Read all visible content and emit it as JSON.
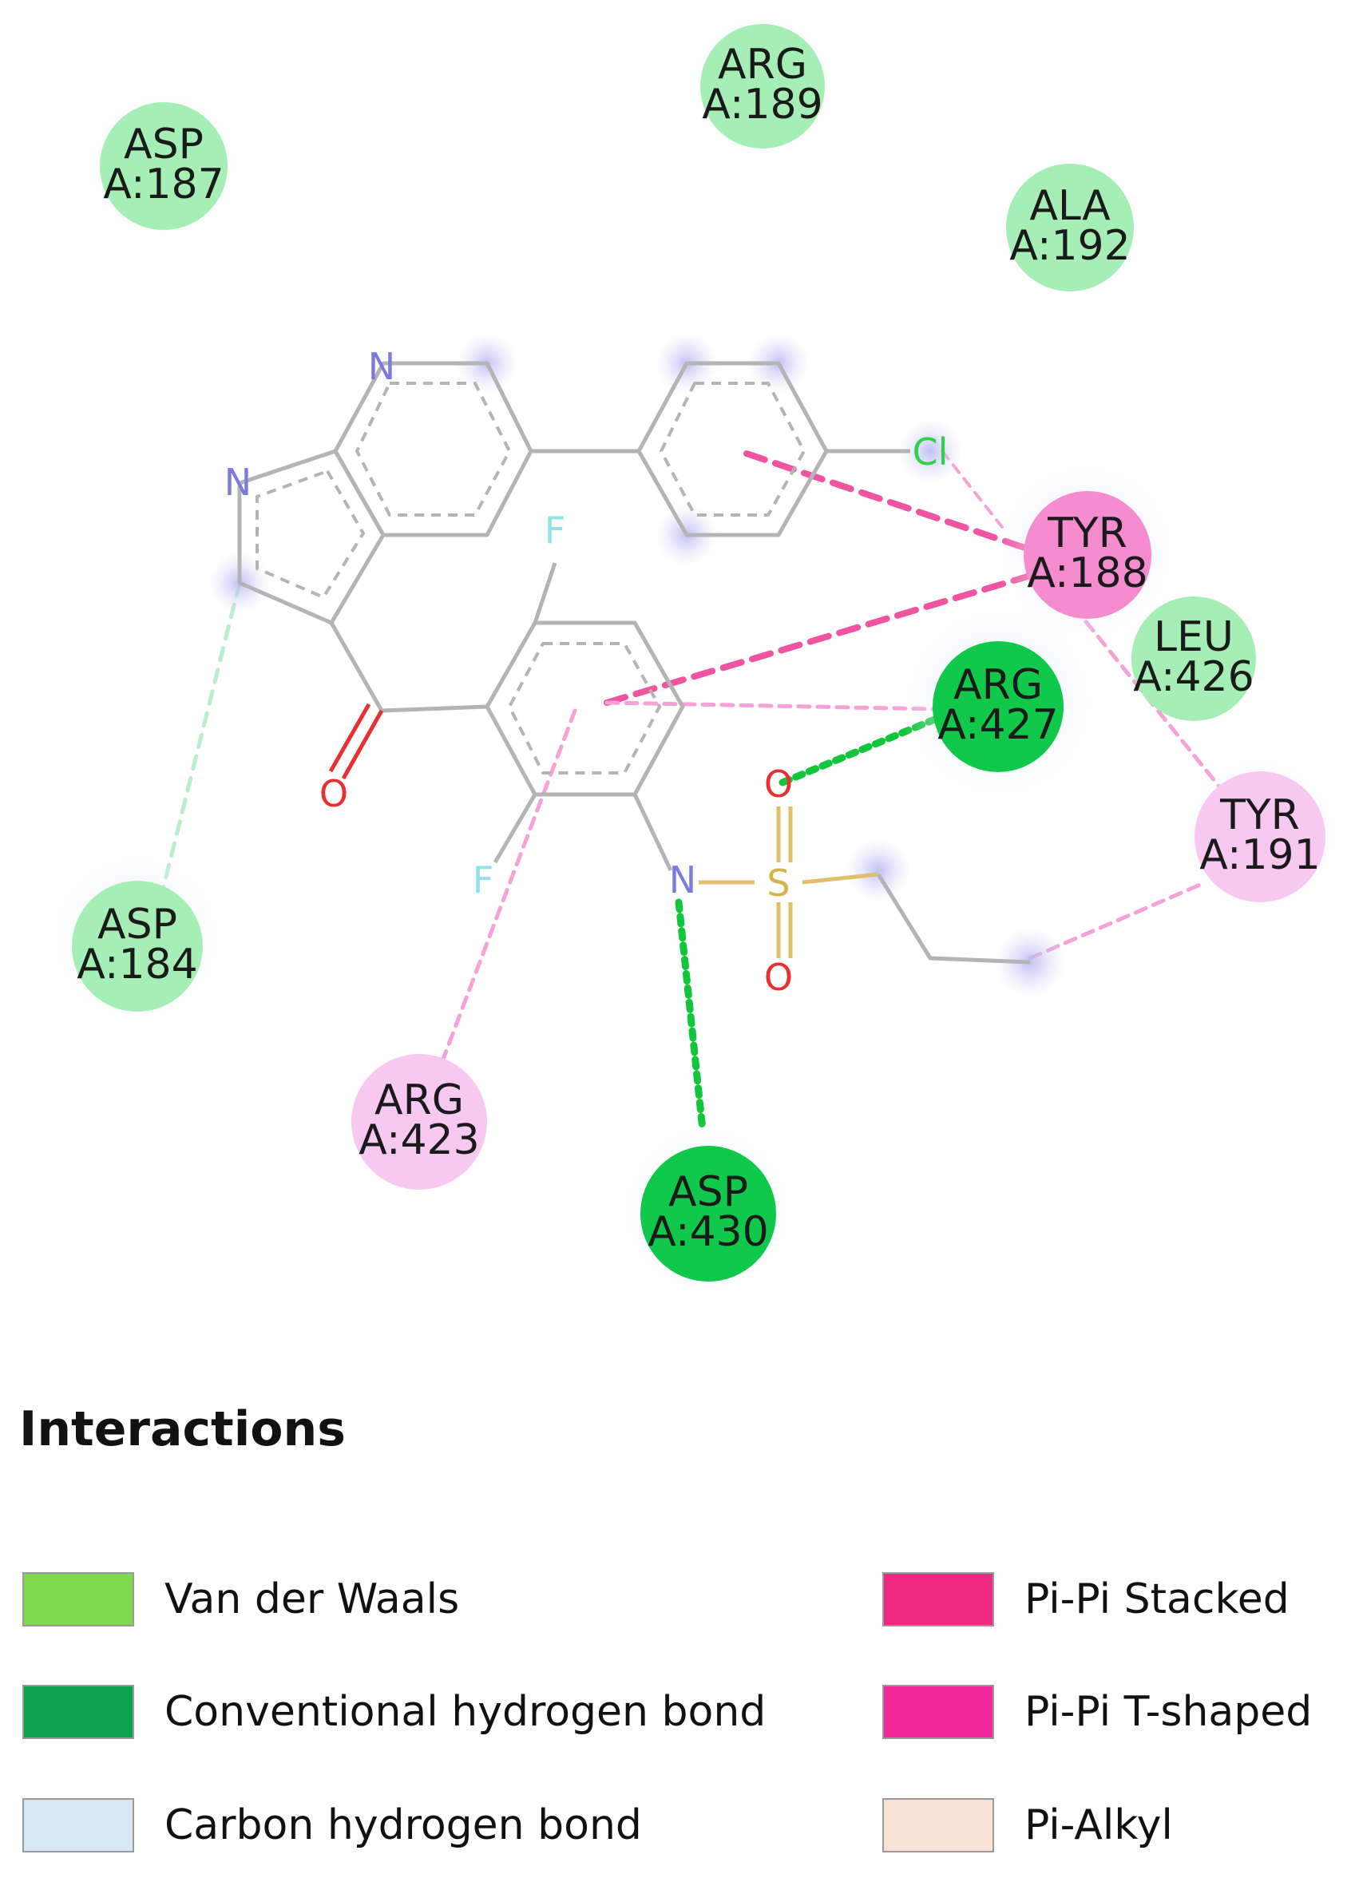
{
  "residues": [
    {
      "name": "ARG",
      "chain": "A:189",
      "type": "van-der-waals"
    },
    {
      "name": "ASP",
      "chain": "A:187",
      "type": "van-der-waals"
    },
    {
      "name": "ALA",
      "chain": "A:192",
      "type": "van-der-waals"
    },
    {
      "name": "TYR",
      "chain": "A:188",
      "type": "pi-pi-stacked"
    },
    {
      "name": "LEU",
      "chain": "A:426",
      "type": "van-der-waals"
    },
    {
      "name": "ARG",
      "chain": "A:427",
      "type": "conventional-hydrogen-bond"
    },
    {
      "name": "TYR",
      "chain": "A:191",
      "type": "pi-alkyl"
    },
    {
      "name": "ASP",
      "chain": "A:184",
      "type": "van-der-waals"
    },
    {
      "name": "ARG",
      "chain": "A:423",
      "type": "pi-alkyl"
    },
    {
      "name": "ASP",
      "chain": "A:430",
      "type": "conventional-hydrogen-bond"
    }
  ],
  "atoms": [
    {
      "label": "N",
      "color": "#7b7bdc"
    },
    {
      "label": "N",
      "color": "#7b7bdc"
    },
    {
      "label": "Cl",
      "color": "#2fd04a"
    },
    {
      "label": "F",
      "color": "#8fe3e8"
    },
    {
      "label": "F",
      "color": "#8fe3e8"
    },
    {
      "label": "O",
      "color": "#e83030"
    },
    {
      "label": "N",
      "color": "#7b7bdc"
    },
    {
      "label": "S",
      "color": "#d8b34c"
    },
    {
      "label": "O",
      "color": "#e83030"
    },
    {
      "label": "O",
      "color": "#e83030"
    }
  ],
  "legend": {
    "title": "Interactions",
    "items": [
      {
        "label": "Van der Waals",
        "color": "#7fd94f"
      },
      {
        "label": "Conventional hydrogen bond",
        "color": "#0da34c"
      },
      {
        "label": "Carbon hydrogen bond",
        "color": "#d5e8f4"
      },
      {
        "label": "Pi-Pi Stacked",
        "color": "#f0287f"
      },
      {
        "label": "Pi-Pi T-shaped",
        "color": "#f2289a"
      },
      {
        "label": "Pi-Alkyl",
        "color": "#fbe2d6"
      }
    ]
  },
  "colors": {
    "van_der_waals_circle": "#a5efb6",
    "h_bond_circle": "#10c84a",
    "pi_stacked_circle": "#f58ccf",
    "pi_alkyl_circle": "#f7c9f0",
    "h_bond_line": "#11c63a",
    "pi_stacked_line": "#f0539f",
    "pi_alkyl_line": "#f6a2d8",
    "carbon_h_bond_line": "#b9eecb",
    "bond_gray": "#b4b4b4"
  }
}
